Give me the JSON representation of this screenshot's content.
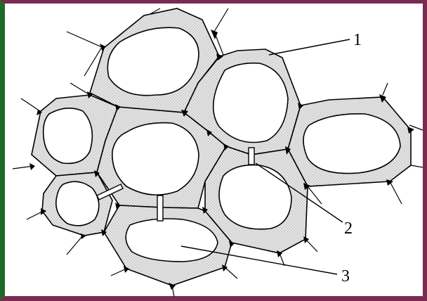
{
  "diagram": {
    "labels": [
      {
        "id": "1",
        "text": "1"
      },
      {
        "id": "2",
        "text": "2"
      },
      {
        "id": "3",
        "text": "3"
      }
    ]
  }
}
